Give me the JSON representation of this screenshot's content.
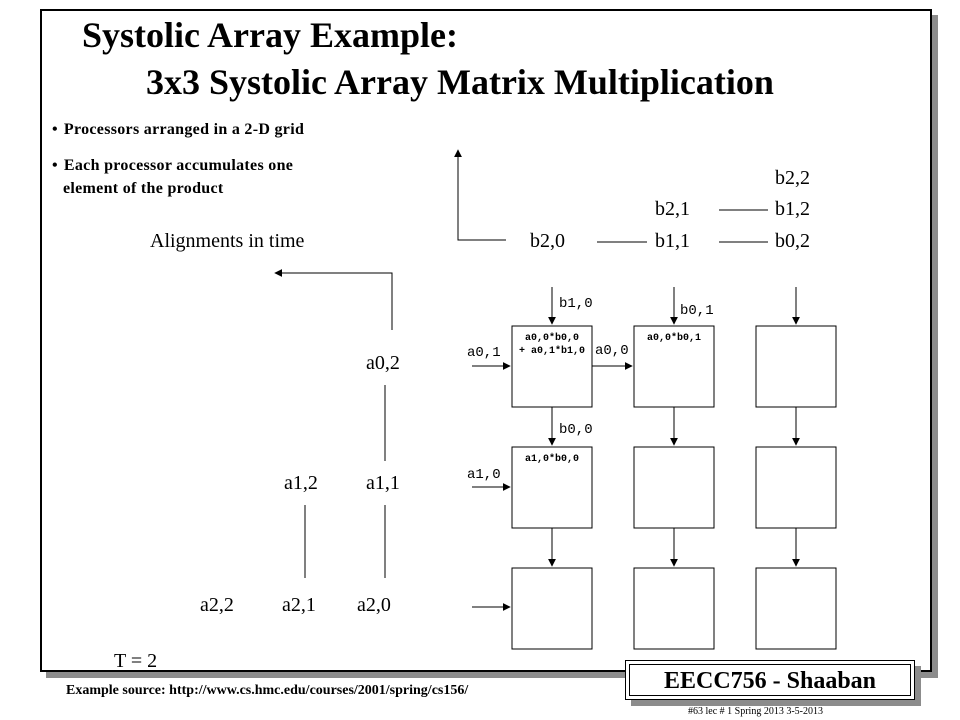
{
  "title": {
    "line1": "Systolic Array  Example:",
    "line2": "3x3 Systolic Array Matrix Multiplication"
  },
  "bullets": [
    "Processors  arranged in a 2-D grid",
    "Each processor accumulates one",
    "element of the product"
  ],
  "bullet_marker": "•",
  "alignments_label": "Alignments in time",
  "time_label": "T = 2",
  "a_inputs": {
    "a02": "a0,2",
    "a12": "a1,2",
    "a11": "a1,1",
    "a22": "a2,2",
    "a21": "a2,1",
    "a20": "a2,0"
  },
  "b_inputs": {
    "b22": "b2,2",
    "b21": "b2,1",
    "b12": "b1,2",
    "b20": "b2,0",
    "b11": "b1,1",
    "b02": "b0,2"
  },
  "grid_labels": {
    "b10": "b1,0",
    "b01": "b0,1",
    "a01": "a0,1",
    "a00": "a0,0",
    "b00": "b0,0",
    "a10": "a1,0"
  },
  "cells": {
    "c00_line1": "a0,0*b0,0",
    "c00_line2": "+ a0,1*b1,0",
    "c01": "a0,0*b0,1",
    "c10": "a1,0*b0,0"
  },
  "badge": "EECC756 - Shaaban",
  "source": "Example source:  http://www.cs.hmc.edu/courses/2001/spring/cs156/",
  "footer": "#63   lec # 1    Spring 2013   3-5-2013"
}
